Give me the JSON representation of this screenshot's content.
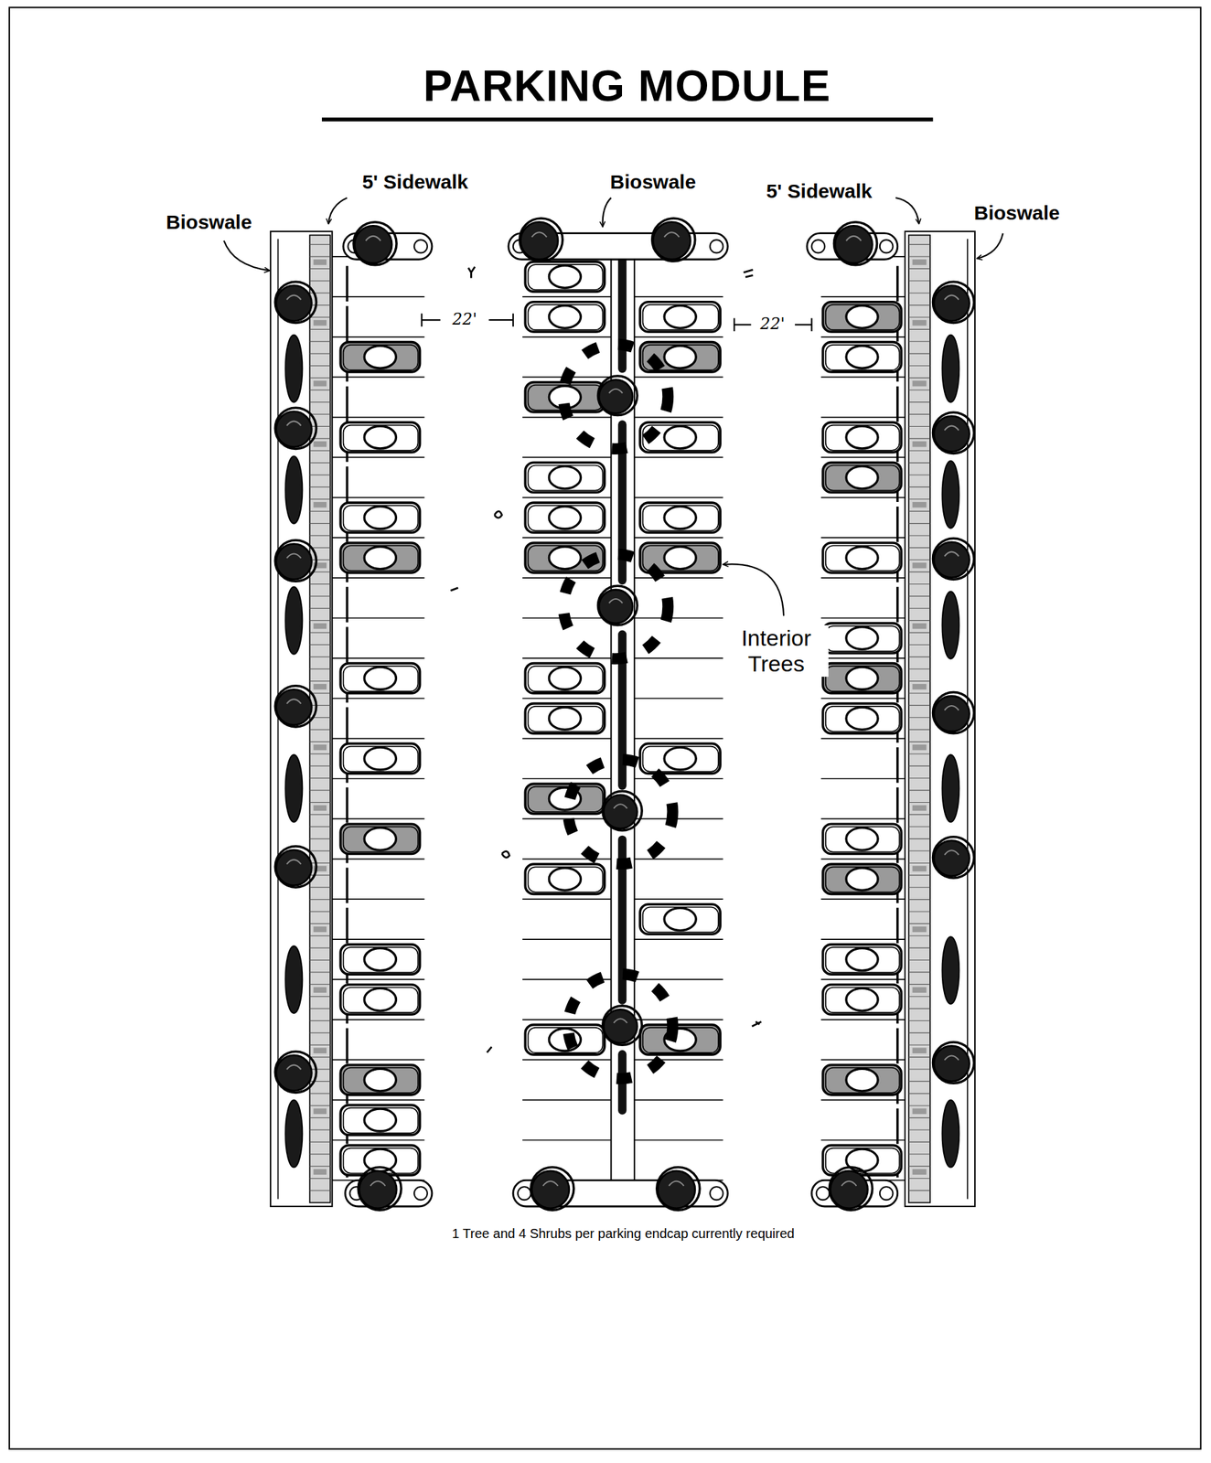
{
  "diagram": {
    "title": "PARKING MODULE",
    "labels": [
      "Bioswale",
      "5' Sidewalk",
      "Bioswale",
      "5' Sidewalk",
      "Bioswale",
      "22'",
      "22'",
      "Interior Trees"
    ],
    "caption": "1 Tree and 4 Shrubs per parking endcap currently required"
  }
}
